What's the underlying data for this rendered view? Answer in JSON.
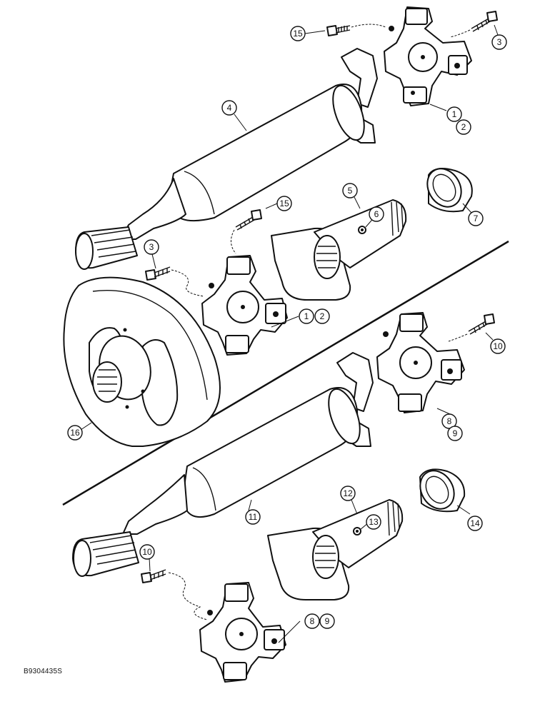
{
  "figure": {
    "reference_code": "B9304435S",
    "callouts": [
      {
        "id": "c15a",
        "label": "15"
      },
      {
        "id": "c3a",
        "label": "3"
      },
      {
        "id": "c4",
        "label": "4"
      },
      {
        "id": "c1a",
        "label": "1"
      },
      {
        "id": "c2a",
        "label": "2"
      },
      {
        "id": "c5",
        "label": "5"
      },
      {
        "id": "c6",
        "label": "6"
      },
      {
        "id": "c7",
        "label": "7"
      },
      {
        "id": "c15b",
        "label": "15"
      },
      {
        "id": "c3b",
        "label": "3"
      },
      {
        "id": "c1b",
        "label": "1"
      },
      {
        "id": "c2b",
        "label": "2"
      },
      {
        "id": "c10a",
        "label": "10"
      },
      {
        "id": "c8a",
        "label": "8"
      },
      {
        "id": "c9a",
        "label": "9"
      },
      {
        "id": "c16",
        "label": "16"
      },
      {
        "id": "c11",
        "label": "11"
      },
      {
        "id": "c12",
        "label": "12"
      },
      {
        "id": "c13",
        "label": "13"
      },
      {
        "id": "c14",
        "label": "14"
      },
      {
        "id": "c10b",
        "label": "10"
      },
      {
        "id": "c8b",
        "label": "8"
      },
      {
        "id": "c9b",
        "label": "9"
      }
    ]
  }
}
